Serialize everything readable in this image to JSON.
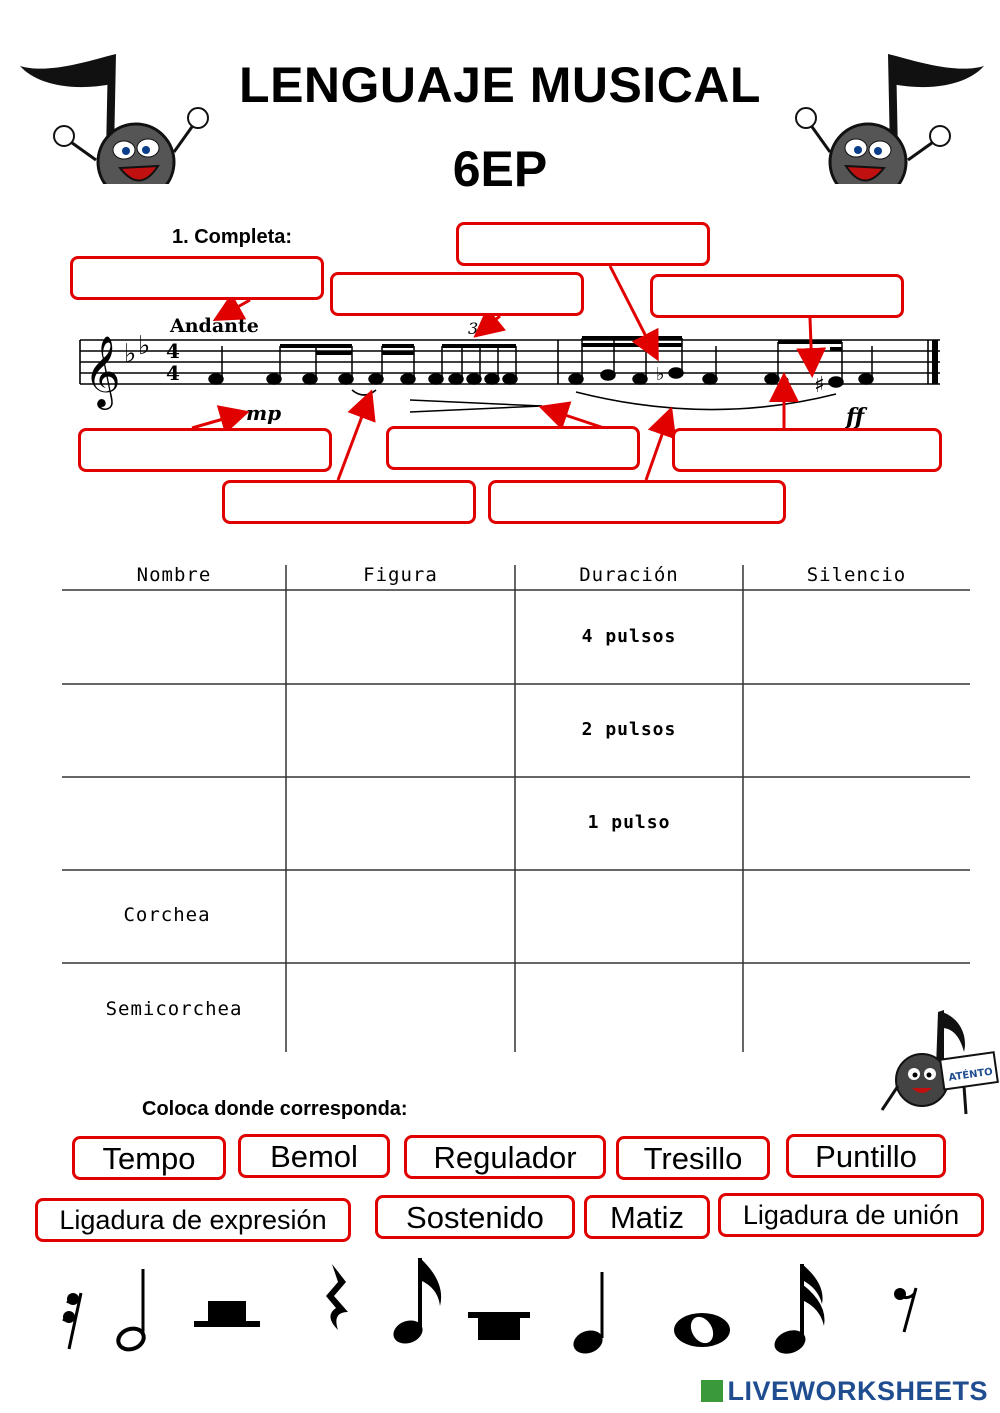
{
  "header": {
    "title_line1": "LENGUAJE MUSICAL",
    "title_line2": "6EP"
  },
  "exercise1": {
    "label": "1. Completa:",
    "tempo": "Andante",
    "dyn_start": "mp",
    "dyn_end": "ff",
    "tuplet": "3",
    "time_top": "4",
    "time_bottom": "4"
  },
  "table": {
    "headers": [
      "Nombre",
      "Figura",
      "Duración",
      "Silencio"
    ],
    "rows": [
      {
        "nombre": "",
        "duracion": "4 pulsos"
      },
      {
        "nombre": "",
        "duracion": "2 pulsos"
      },
      {
        "nombre": "",
        "duracion": "1 pulso"
      },
      {
        "nombre": "Corchea",
        "duracion": ""
      },
      {
        "nombre": "Semicorchea",
        "duracion": ""
      }
    ]
  },
  "exercise2": {
    "label": "Coloca donde corresponda:",
    "words": [
      "Tempo",
      "Bemol",
      "Regulador",
      "Tresillo",
      "Puntillo",
      "Ligadura de expresión",
      "Sostenido",
      "Matiz",
      "Ligadura de unión"
    ]
  },
  "mascot_sign": "ATÉNTO",
  "symbols": [
    "semicorchea-rest-icon",
    "half-note-icon",
    "half-rest-icon",
    "quarter-rest-icon",
    "eighth-note-icon",
    "whole-rest-icon",
    "quarter-note-icon",
    "whole-note-icon",
    "sixteenth-note-icon",
    "eighth-rest-icon"
  ],
  "brand": "LIVEWORKSHEETS",
  "colors": {
    "accent": "#e00000",
    "brand": "#1f4d8f"
  }
}
